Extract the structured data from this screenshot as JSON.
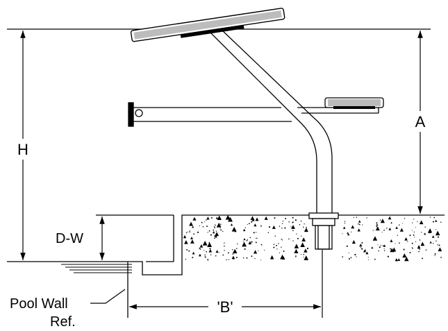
{
  "dimensions": {
    "h_label": "H",
    "a_label": "A",
    "dw_label": "D-W",
    "b_label": "'B'"
  },
  "callouts": {
    "pool_wall_line1": "Pool Wall",
    "pool_wall_line2": "Ref."
  },
  "colors": {
    "line": "#000000",
    "background": "#ffffff",
    "concrete_speckle": "#000000"
  }
}
